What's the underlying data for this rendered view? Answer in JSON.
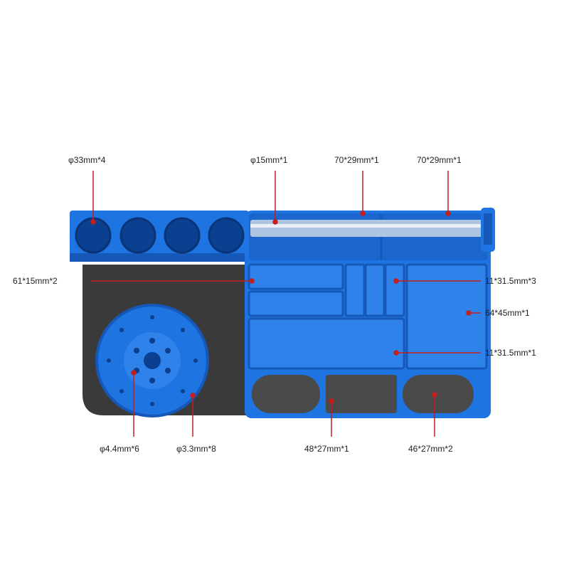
{
  "labels": {
    "cup_holes": "φ33mm*4",
    "tube_slot": "φ15mm*1",
    "top_slot_center": "70*29mm*1",
    "top_slot_right": "70*29mm*1",
    "left_slots": "61*15mm*2",
    "narrow_slots": "11*31.5mm*3",
    "large_bin": "64*45mm*1",
    "wide_bin": "11*31.5mm*1",
    "small_holes": "φ4.4mm*6",
    "tiny_holes": "φ3.3mm*8",
    "bottom_center_tray": "48*27mm*1",
    "bottom_side_trays": "46*27mm*2"
  },
  "colors": {
    "tray_blue": "#1e74e0",
    "tray_blue_dark": "#1558b8",
    "tray_blue_light": "#3a8cf2",
    "mat_dark": "#3a3a3a",
    "pointer_red": "#c41e1e",
    "tube_clear": "#c9d6e4"
  },
  "icons": {
    "pointer_marker": "red-dot-leader"
  }
}
